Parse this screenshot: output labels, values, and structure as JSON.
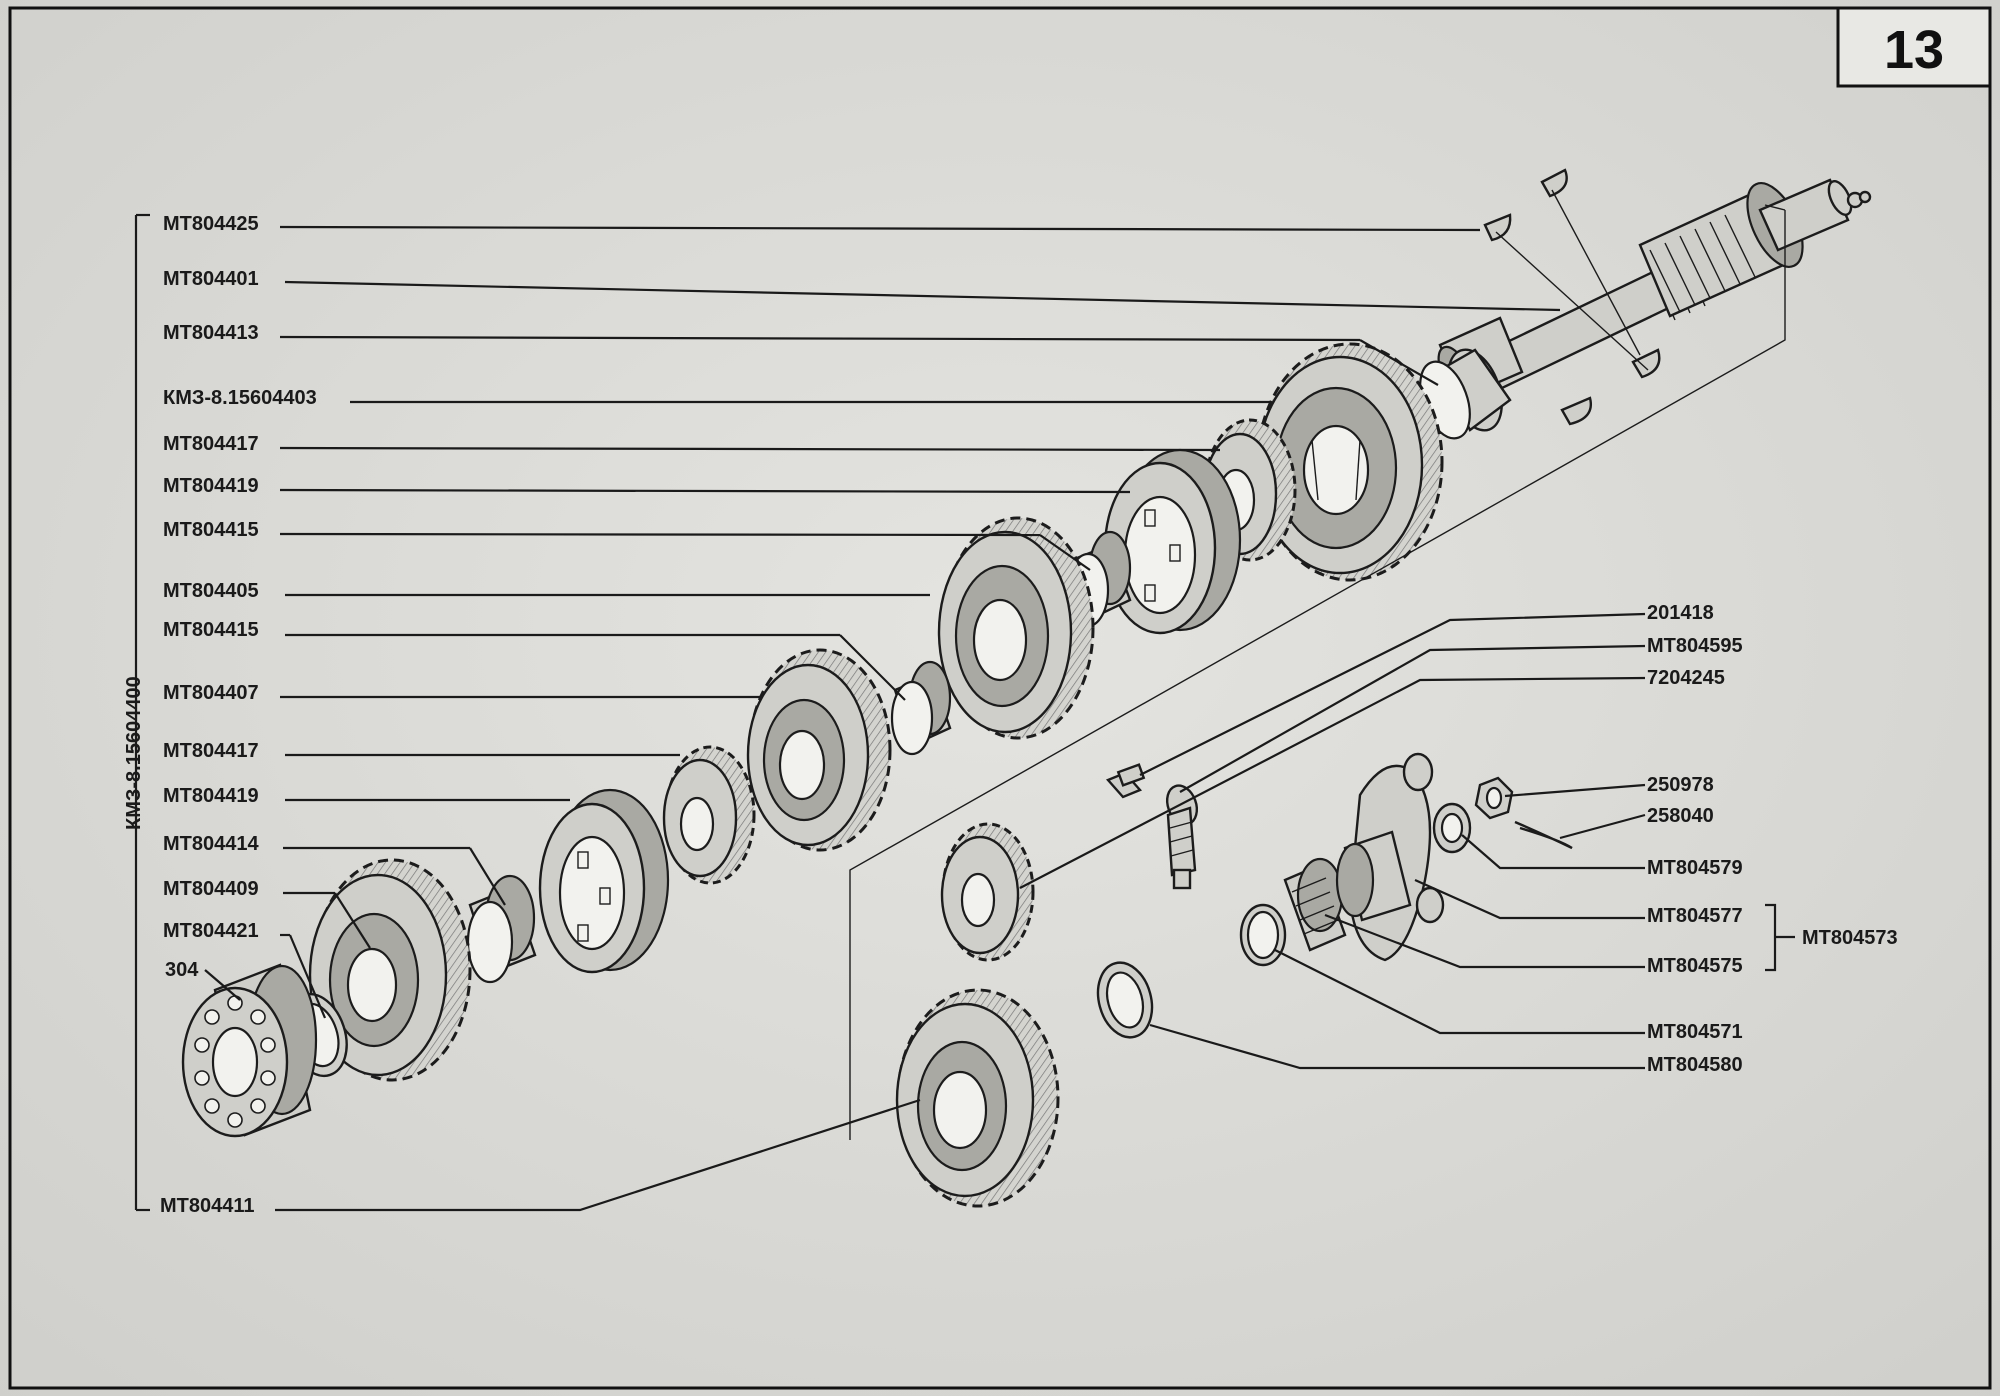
{
  "page_number": "13",
  "group_label": "КМЗ-8.15604400",
  "left_labels": [
    "МТ804425",
    "МТ804401",
    "МТ804413",
    "КМЗ-8.15604403",
    "МТ804417",
    "МТ804419",
    "МТ804415",
    "МТ804405",
    "МТ804415",
    "МТ804407",
    "МТ804417",
    "МТ804419",
    "МТ804414",
    "МТ804409",
    "МТ804421",
    "304",
    "МТ804411"
  ],
  "right_labels": [
    "201418",
    "МТ804595",
    "7204245",
    "250978",
    "258040",
    "МТ804579",
    "МТ804577",
    "МТ804575",
    "МТ804571",
    "МТ804580"
  ],
  "assembly_label": "МТ804573",
  "colors": {
    "paper": "#dcdcd8",
    "ink": "#1a1a1a",
    "metal": "#cfcfca"
  }
}
